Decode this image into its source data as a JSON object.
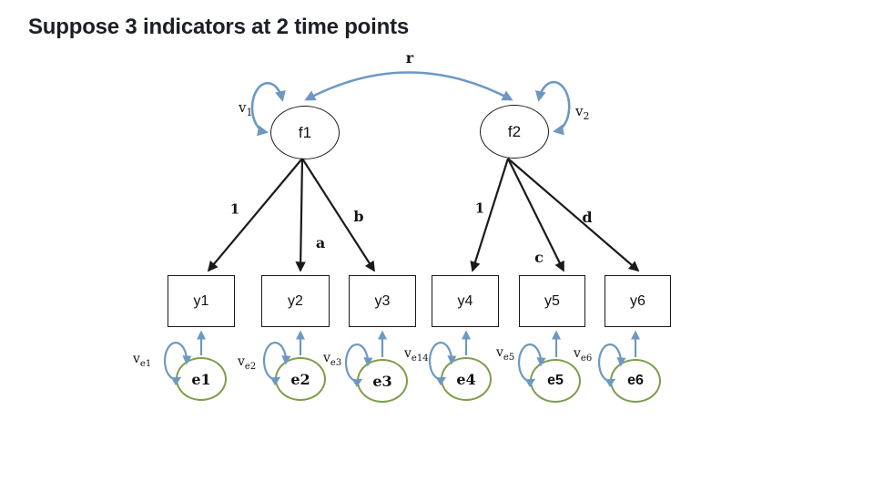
{
  "slide": {
    "title": "Suppose 3 indicators at 2 time points"
  },
  "colors": {
    "path_blue": "#6d98c4",
    "error_green": "#7d9d4b",
    "line_black": "#1a1a1a"
  },
  "correlation": {
    "label": "r"
  },
  "factors": [
    {
      "label": "f1",
      "variance": {
        "main": "v",
        "sub": "1"
      },
      "loadings": [
        {
          "label": "1"
        },
        {
          "label": "a"
        },
        {
          "label": "b"
        }
      ]
    },
    {
      "label": "f2",
      "variance": {
        "main": "v",
        "sub": "2"
      },
      "loadings": [
        {
          "label": "1"
        },
        {
          "label": "c"
        },
        {
          "label": "d"
        }
      ]
    }
  ],
  "indicators": [
    {
      "label": "y1"
    },
    {
      "label": "y2"
    },
    {
      "label": "y3"
    },
    {
      "label": "y4"
    },
    {
      "label": "y5"
    },
    {
      "label": "y6"
    }
  ],
  "errors": [
    {
      "label": "e1",
      "variance": {
        "main": "v",
        "sub": "e1"
      }
    },
    {
      "label": "e2",
      "variance": {
        "main": "v",
        "sub": "e2"
      }
    },
    {
      "label": "e3",
      "variance": {
        "main": "v",
        "sub": "e3"
      }
    },
    {
      "label": "e4",
      "variance": {
        "main": "v",
        "sub": "e14"
      }
    },
    {
      "label": "e5",
      "variance": {
        "main": "v",
        "sub": "e5"
      }
    },
    {
      "label": "e6",
      "variance": {
        "main": "v",
        "sub": "e6"
      }
    }
  ]
}
